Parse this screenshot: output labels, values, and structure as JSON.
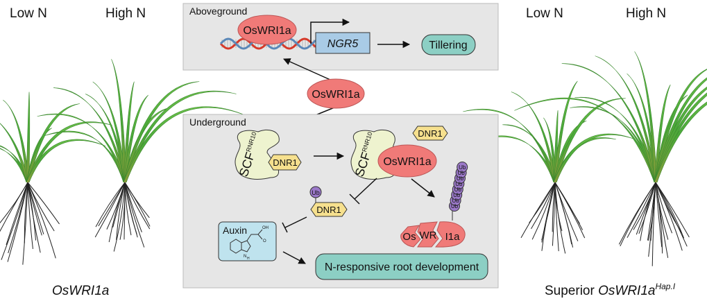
{
  "left_panel": {
    "low_label": "Low N",
    "high_label": "High N",
    "caption": "OsWRI1a"
  },
  "right_panel": {
    "low_label": "Low N",
    "high_label": "High N",
    "caption_prefix": "Superior ",
    "caption_gene": "OsWRI1a",
    "caption_sup": "Hap.I"
  },
  "aboveground": {
    "title": "Aboveground",
    "protein": "OsWRI1a",
    "gene": "NGR5",
    "outcome": "Tillering"
  },
  "center_protein": "OsWRI1a",
  "underground": {
    "title": "Underground",
    "scf_label": "SCF",
    "scf_sup": "RNR10",
    "dnr1": "DNR1",
    "protein": "OsWRI1a",
    "ub": "Ub",
    "auxin": "Auxin",
    "auxin_oh": "OH",
    "auxin_o": "O",
    "auxin_nh": "H",
    "auxin_n": "N",
    "fragments": [
      "Os",
      "WR",
      "I1a"
    ],
    "outcome": "N-responsive root development"
  },
  "colors": {
    "panel": "#e6e6e6",
    "protein": "#f07a78",
    "gene_box": "#a9cbe6",
    "outcome": "#8ccfc4",
    "dnr1": "#f6e08e",
    "scf": "#eef3cf",
    "ub": "#9b79c9",
    "auxin_box": "#bfe3ee",
    "leaf": "#4aa83a",
    "root": "#222222"
  }
}
